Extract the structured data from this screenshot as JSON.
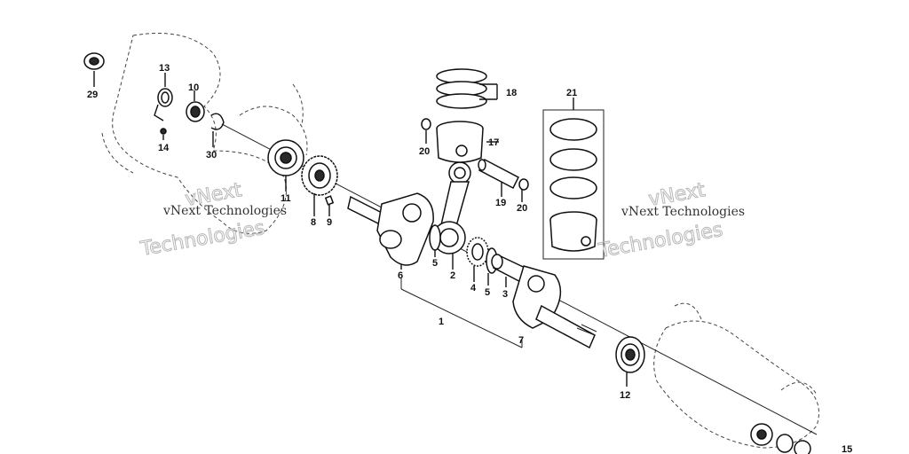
{
  "diagram": {
    "callouts": [
      "1",
      "2",
      "3",
      "4",
      "5",
      "5",
      "6",
      "7",
      "8",
      "9",
      "10",
      "11",
      "12",
      "13",
      "14",
      "15",
      "17",
      "18",
      "19",
      "20",
      "20",
      "21",
      "29",
      "30"
    ],
    "watermarks": {
      "left_small": "vNext Technologies",
      "left_big_1": "vNext",
      "left_big_2": "Technologies",
      "right_small": "vNext Technologies",
      "right_big_1": "vNext",
      "right_big_2": "Technologies"
    }
  }
}
